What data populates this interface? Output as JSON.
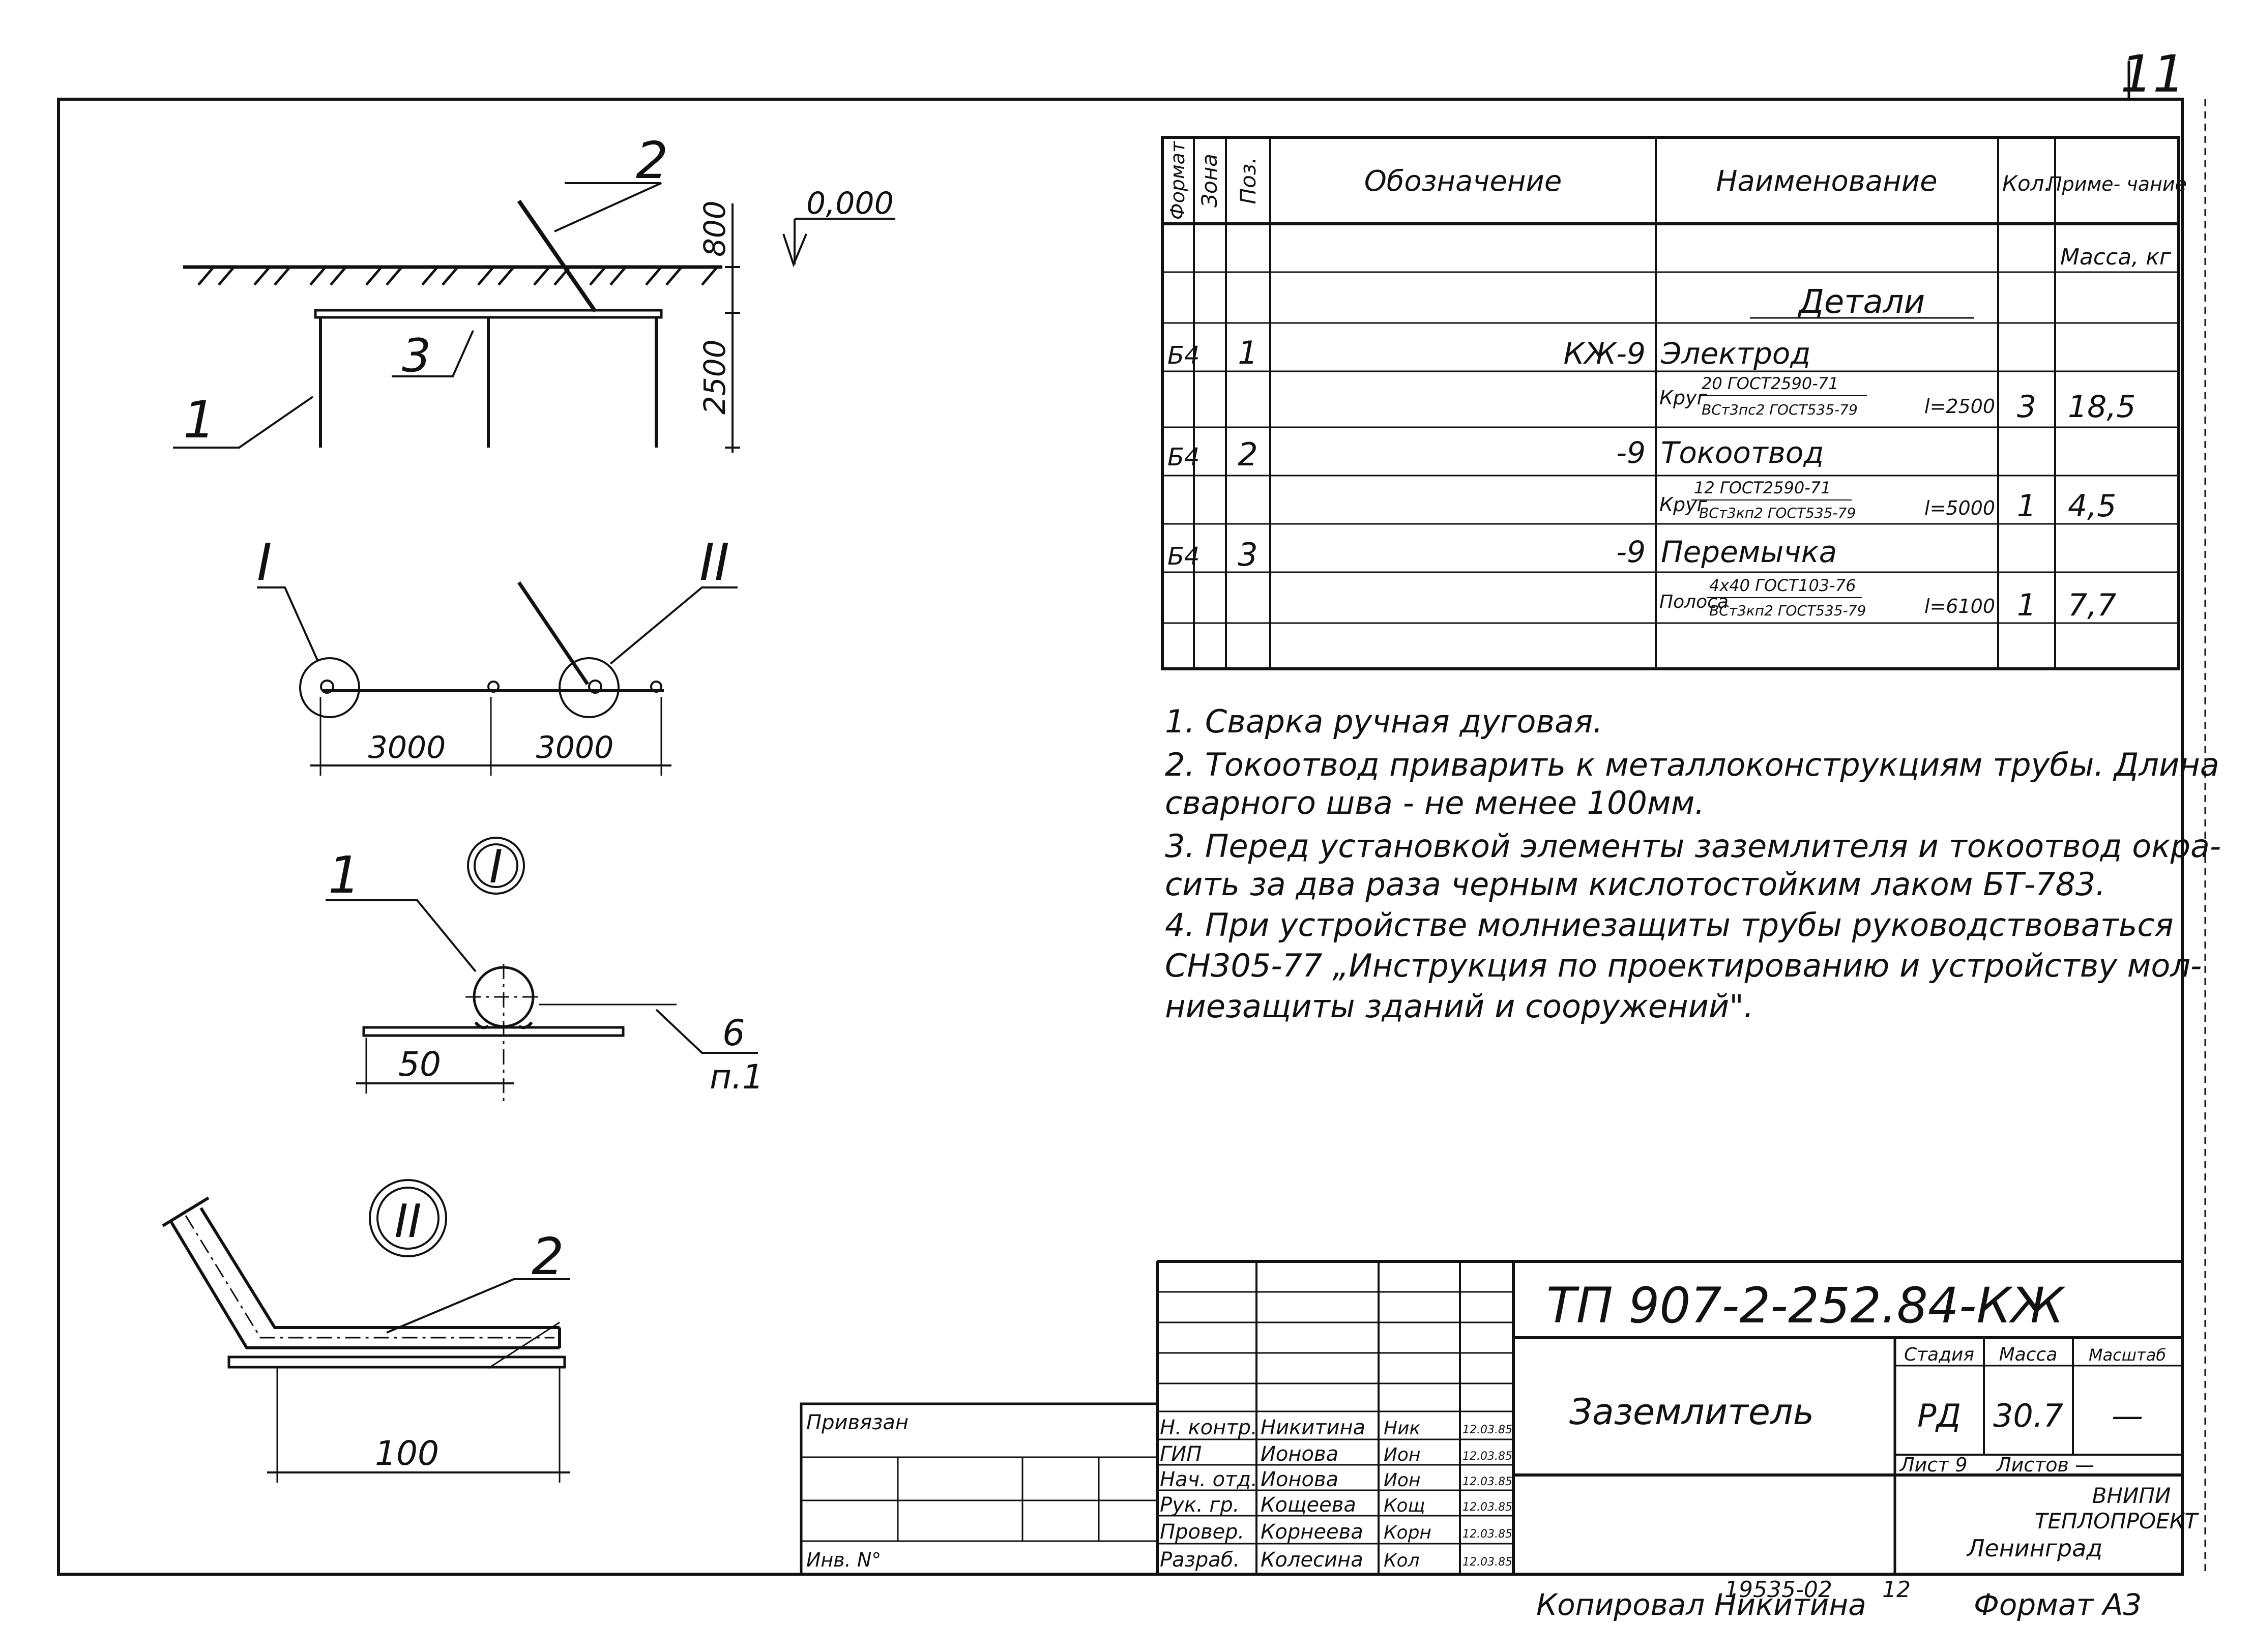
{
  "sheet": {
    "page_number": "11",
    "colors": {
      "ink": "#111111",
      "paper": "#ffffff"
    }
  },
  "main_view": {
    "callout_1": "1",
    "callout_2": "2",
    "callout_3": "3",
    "level": "0,000",
    "dim_depth": "800",
    "dim_length": "2500"
  },
  "plan_view": {
    "node_1": "I",
    "node_2": "II",
    "dim_left": "3000",
    "dim_right": "3000"
  },
  "detail_1": {
    "title": "I",
    "callout": "1",
    "weld_size": "6",
    "weld_ref": "п.1",
    "dim": "50"
  },
  "detail_2": {
    "title": "II",
    "callout": "2",
    "dim": "100"
  },
  "spec_table": {
    "headers": {
      "format": "Формат",
      "zone": "Зона",
      "pos": "Поз.",
      "designation": "Обозначение",
      "name": "Наименование",
      "qty": "Кол.",
      "note": "Приме- чание"
    },
    "mass_unit": "Масса, кг",
    "section": "Детали",
    "items": [
      {
        "format": "Б4",
        "pos": "1",
        "designation": "КЖ-9",
        "name": "Электрод",
        "mat_prefix": "Круг",
        "mat_top": "20 ГОСТ2590-71",
        "mat_bottom": "ВСт3пс2 ГОСТ535-79",
        "length": "l=2500",
        "qty": "3",
        "mass": "18,5"
      },
      {
        "format": "Б4",
        "pos": "2",
        "designation": "-9",
        "name": "Токоотвод",
        "mat_prefix": "Круг",
        "mat_top": "12 ГОСТ2590-71",
        "mat_bottom": "ВСт3кп2 ГОСТ535-79",
        "length": "l=5000",
        "qty": "1",
        "mass": "4,5"
      },
      {
        "format": "Б4",
        "pos": "3",
        "designation": "-9",
        "name": "Перемычка",
        "mat_prefix": "Полоса",
        "mat_top": "4х40 ГОСТ103-76",
        "mat_bottom": "ВСт3кп2 ГОСТ535-79",
        "length": "l=6100",
        "qty": "1",
        "mass": "7,7"
      }
    ]
  },
  "notes": [
    "1. Сварка ручная дуговая.",
    "2. Токоотвод приварить к металлоконструкциям трубы. Длина",
    "сварного шва - не менее 100мм.",
    "3. Перед установкой элементы заземлителя и токоотвод окра-",
    "сить за два раза черным кислотостойким лаком БТ-783.",
    "4. При устройстве молниезащиты трубы руководствоваться",
    "СН305-77 „Инструкция по проектированию и устройству мол-",
    "ниезащиты зданий и сооружений\"."
  ],
  "title_block": {
    "doc_code": "ТП 907-2-252.84-КЖ",
    "object_name": "Заземлитель",
    "stage_label": "Стадия",
    "mass_label": "Масса",
    "scale_label": "Масштаб",
    "stage": "РД",
    "mass": "30.7",
    "scale": "—",
    "sheet_label": "Лист 9",
    "sheets_label": "Листов —",
    "org_line1": "ВНИПИ",
    "org_line2": "ТЕПЛОПРОЕКТ",
    "org_line3": "Ленинград",
    "signatures": [
      {
        "role": "Н. контр.",
        "name": "Никитина",
        "sign": "Ник",
        "date": "12.03.85"
      },
      {
        "role": "ГИП",
        "name": "Ионова",
        "sign": "Ион",
        "date": "12.03.85"
      },
      {
        "role": "Нач. отд.",
        "name": "Ионова",
        "sign": "Ион",
        "date": "12.03.85"
      },
      {
        "role": "Рук. гр.",
        "name": "Кощеева",
        "sign": "Кощ",
        "date": "12.03.85"
      },
      {
        "role": "Провер.",
        "name": "Корнеева",
        "sign": "Корн",
        "date": "12.03.85"
      },
      {
        "role": "Разраб.",
        "name": "Колесина",
        "sign": "Кол",
        "date": "12.03.85"
      }
    ],
    "privyazan": "Привязан",
    "inv_no": "Инв. N°"
  },
  "footer": {
    "copied_by": "Копировал Никитина",
    "number": "19535-02",
    "page": "12",
    "format": "Формат А3"
  }
}
